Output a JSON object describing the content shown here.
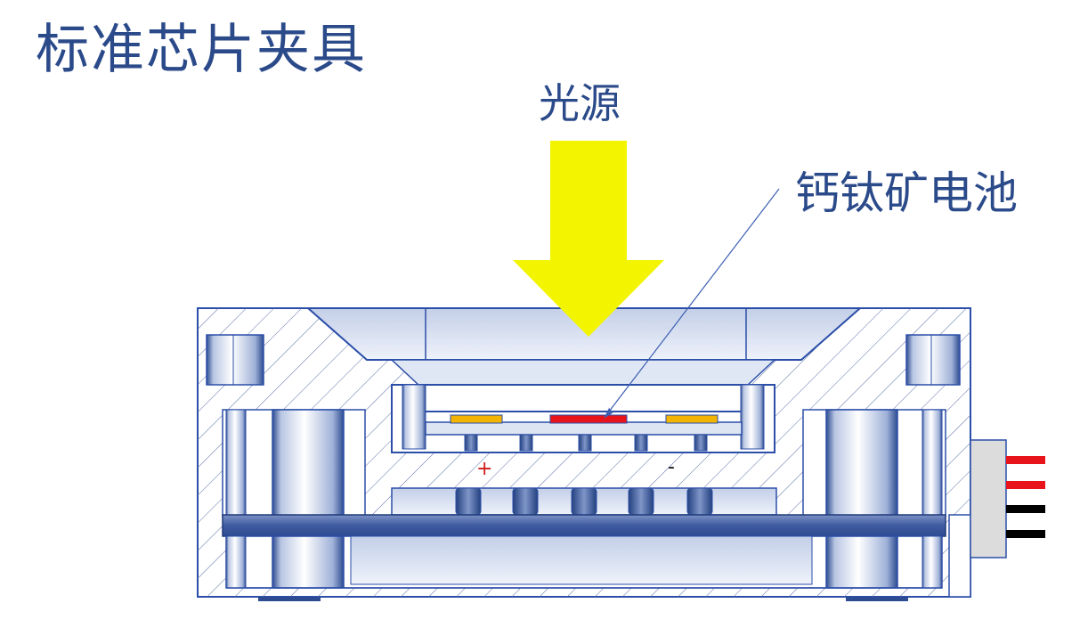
{
  "title": "标准芯片夹具",
  "labels": {
    "light_source": "光源",
    "perovskite_cell": "钙钛矿电池",
    "positive": "+",
    "negative": "-"
  },
  "colors": {
    "outline": "#2b4ea8",
    "hatch": "#5a6fa8",
    "metal_light": "#dde4f2",
    "metal_mid": "#8ea3cf",
    "metal_dark": "#2e4c91",
    "arrow": "#f3f500",
    "electrode": "#f2b400",
    "cell": "#e8141c",
    "wire_red": "#e8141c",
    "wire_black": "#000000",
    "text": "#2b4a8a",
    "plus_sign": "#d11a1a"
  },
  "icons": {
    "light_arrow": "down-arrow-icon"
  }
}
